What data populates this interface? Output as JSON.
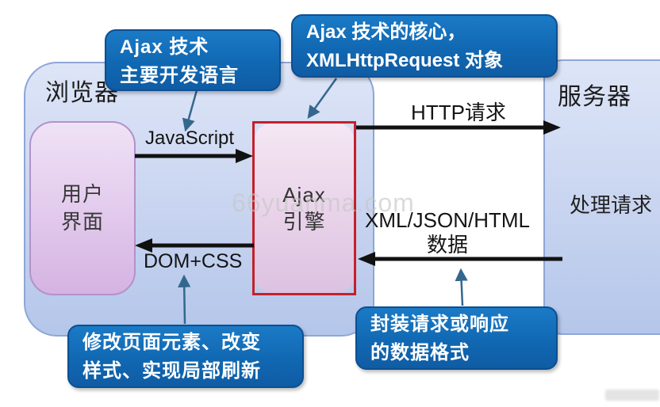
{
  "diagram": {
    "watermark": "66yuanma.com",
    "browser": {
      "label": "浏览器"
    },
    "server": {
      "label": "服务器",
      "process_label": "处理请求"
    },
    "ui_box": {
      "line1": "用户",
      "line2": "界面"
    },
    "engine_box": {
      "line1": "Ajax",
      "line2": "引擎"
    },
    "flows": {
      "javascript": "JavaScript",
      "dom_css": "DOM+CSS",
      "http_request": "HTTP请求",
      "response_line1": "XML/JSON/HTML",
      "response_line2": "数据"
    },
    "callouts": {
      "top_left": {
        "line1": "Ajax 技术",
        "line2": "主要开发语言"
      },
      "top_mid": {
        "line1": "Ajax 技术的核心，",
        "line2": "XMLHttpRequest 对象"
      },
      "bottom_left": {
        "line1": "修改页面元素、改变",
        "line2": "样式、实现局部刷新"
      },
      "bottom_right": {
        "line1": "封装请求或响应",
        "line2": "的数据格式"
      }
    },
    "colors": {
      "callout_blue": "#1168b2",
      "engine_border_red": "#c5202a",
      "main_arrow": "#111111",
      "thin_arrow": "#33678e",
      "box_blue": "#c4d3ee",
      "box_purple": "#ddc2e2"
    }
  }
}
